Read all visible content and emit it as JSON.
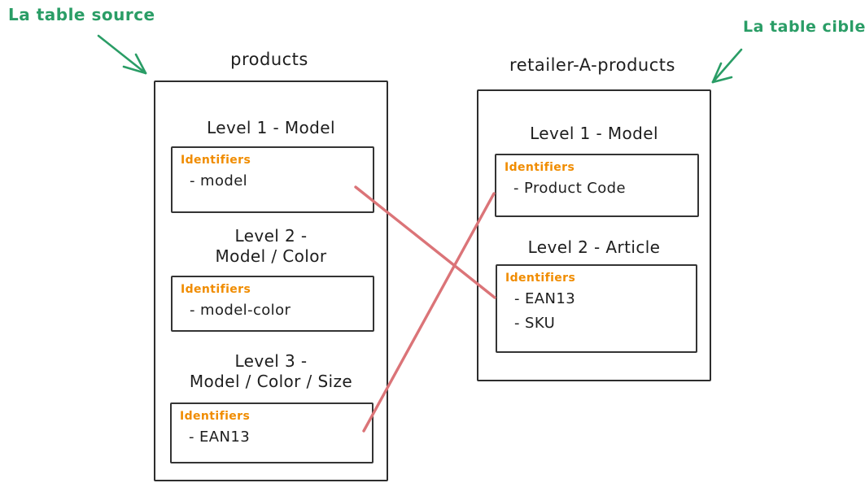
{
  "annotations": {
    "source_label": "La table source",
    "target_label": "La table cible"
  },
  "colors": {
    "green": "#2a9d66",
    "orange": "#f08c00",
    "red": "#db7478",
    "ink": "#1e1e1e"
  },
  "source_table": {
    "title": "products",
    "levels": [
      {
        "heading": [
          "Level 1 - Model"
        ],
        "identifiers_label": "Identifiers",
        "identifiers": [
          "- model"
        ]
      },
      {
        "heading": [
          "Level 2 -",
          "Model / Color"
        ],
        "identifiers_label": "Identifiers",
        "identifiers": [
          "- model-color"
        ]
      },
      {
        "heading": [
          "Level 3 -",
          "Model / Color / Size"
        ],
        "identifiers_label": "Identifiers",
        "identifiers": [
          "- EAN13"
        ]
      }
    ]
  },
  "target_table": {
    "title": "retailer-A-products",
    "levels": [
      {
        "heading": [
          "Level 1 - Model"
        ],
        "identifiers_label": "Identifiers",
        "identifiers": [
          "- Product Code"
        ]
      },
      {
        "heading": [
          "Level 2 - Article"
        ],
        "identifiers_label": "Identifiers",
        "identifiers": [
          "- EAN13",
          "- SKU"
        ]
      }
    ]
  },
  "connections": [
    {
      "from": "products / Level 1 / identifiers (model)",
      "to": "retailer-A-products / Level 2 / identifiers (EAN13, SKU)"
    },
    {
      "from": "retailer-A-products / Level 1 / identifiers (Product Code)",
      "to": "products / Level 3 / identifiers (EAN13)"
    }
  ]
}
